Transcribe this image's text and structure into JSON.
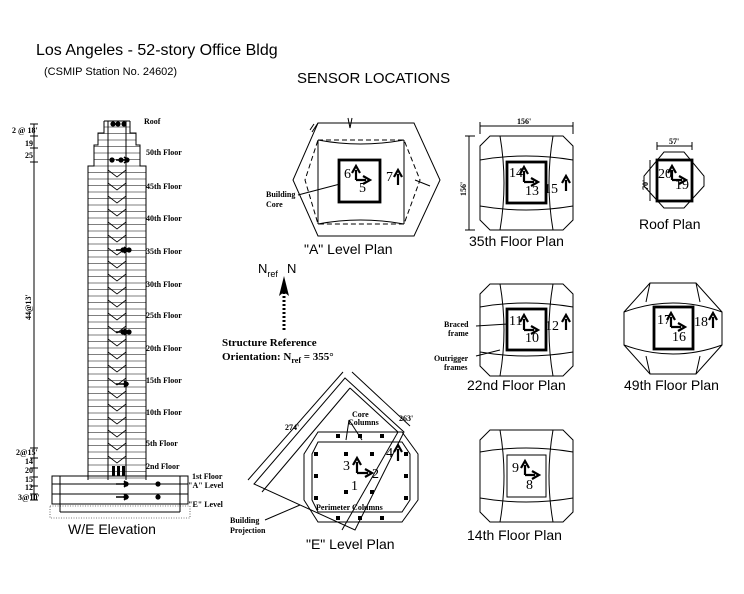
{
  "header": {
    "title": "Los Angeles - 52-story Office Bldg",
    "station": "(CSMIP Station No. 24602)",
    "heading": "SENSOR LOCATIONS"
  },
  "elevation": {
    "caption": "W/E Elevation",
    "floors": [
      "Roof",
      "50th Floor",
      "45th Floor",
      "40th Floor",
      "35th Floor",
      "30th Floor",
      "25th Floor",
      "20th Floor",
      "15th Floor",
      "10th Floor",
      "5th Floor",
      "2nd Floor",
      "1st Floor",
      "\"A\" Level",
      "\"E\" Level"
    ],
    "dims": [
      "2 @ 18'",
      "19'",
      "25'",
      "44@13'",
      "2@15'",
      "14'",
      "20'",
      "15'",
      "12'",
      "3@10'"
    ]
  },
  "a_level": {
    "caption": "\"A\" Level Plan",
    "sensors": [
      "6",
      "5",
      "7"
    ],
    "label_core": "Building Core"
  },
  "e_level": {
    "caption": "\"E\" Level Plan",
    "sensors": [
      "3",
      "1",
      "2",
      "4"
    ],
    "dims": [
      "274'",
      "263'"
    ],
    "label_core_columns": "Core Columns",
    "label_perimeter": "Perimeter Columns",
    "label_projection": "Building Projection"
  },
  "north": {
    "nref": "N",
    "nref_sub": "ref",
    "n": "N",
    "ref_line1": "Structure Reference",
    "ref_line2": "Orientation: N",
    "ref_sub": "ref",
    "ref_value": " = 355°"
  },
  "plans": {
    "f35": {
      "caption": "35th Floor Plan",
      "sensors": [
        "14",
        "13",
        "15"
      ],
      "dim_w": "156'",
      "dim_h": "156'"
    },
    "roof": {
      "caption": "Roof Plan",
      "sensors": [
        "20",
        "19"
      ],
      "dim_w": "57'",
      "dim_h": "70'"
    },
    "f22": {
      "caption": "22nd Floor Plan",
      "sensors": [
        "11",
        "10",
        "12"
      ],
      "label_braced": "Braced frame",
      "label_outrigger": "Outrigger frames"
    },
    "f49": {
      "caption": "49th Floor Plan",
      "sensors": [
        "17",
        "16",
        "18"
      ]
    },
    "f14": {
      "caption": "14th Floor Plan",
      "sensors": [
        "9",
        "8"
      ]
    }
  }
}
